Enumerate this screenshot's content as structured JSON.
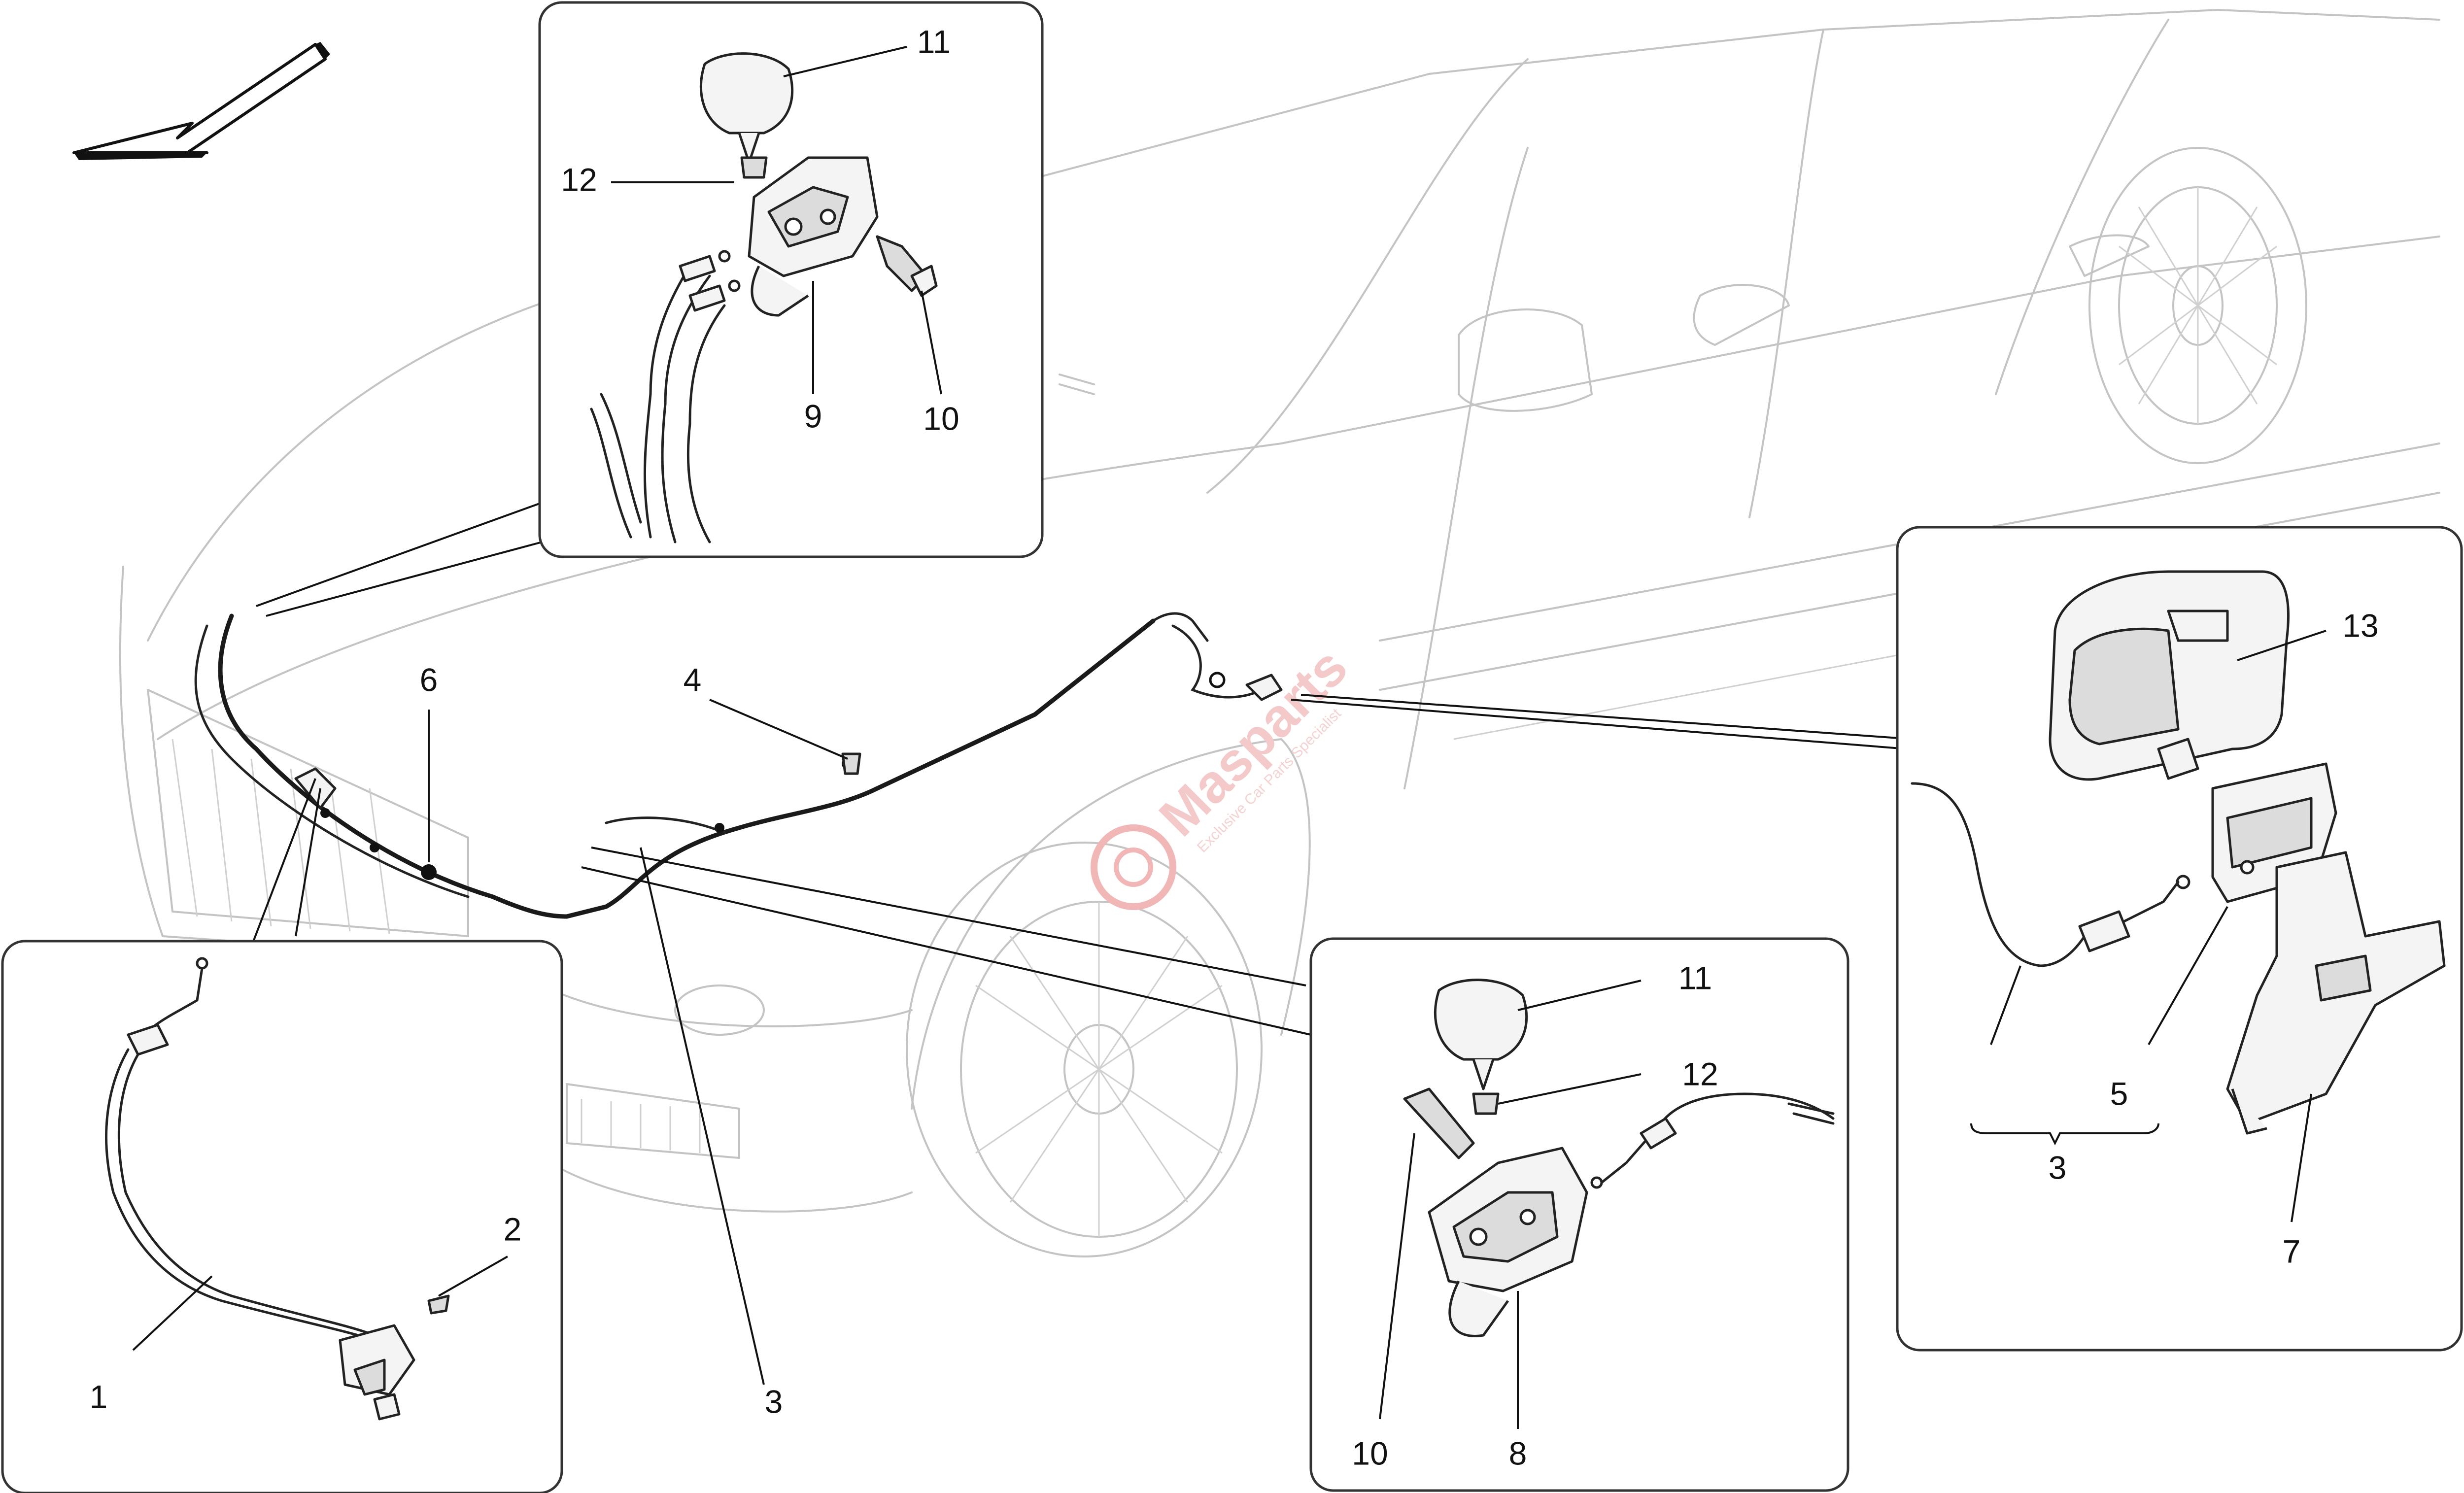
{
  "diagram": {
    "callouts": {
      "c1": "1",
      "c2": "2",
      "c3a": "3",
      "c3b": "3",
      "c4": "4",
      "c5": "5",
      "c6": "6",
      "c7": "7",
      "c8": "8",
      "c9": "9",
      "c10a": "10",
      "c10b": "10",
      "c11a": "11",
      "c11b": "11",
      "c12a": "12",
      "c12b": "12",
      "c13": "13"
    },
    "watermark": {
      "brand": "Masparts",
      "tagline": "Exclusive Car Parts Specialist"
    }
  }
}
